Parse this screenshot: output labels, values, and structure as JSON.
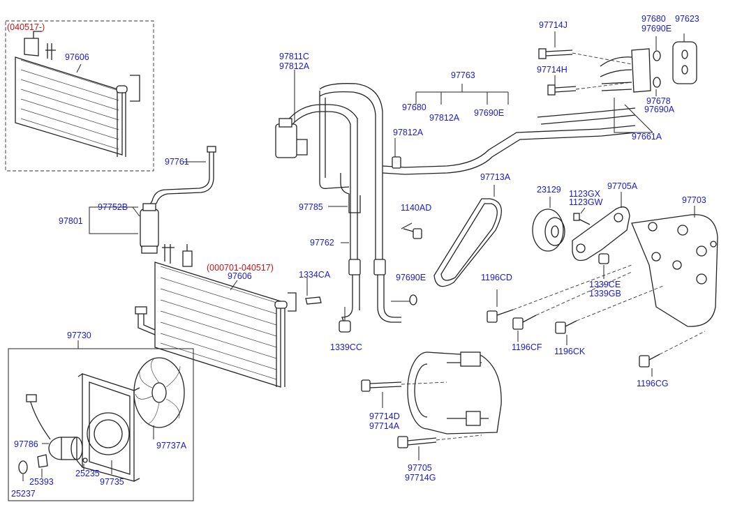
{
  "groups": {
    "condenser_early_variant": "(040517-)",
    "condenser_mid_variant": "(000701-040517)"
  },
  "labels": {
    "c97606_top": "97606",
    "c97761": "97761",
    "c97752B": "97752B",
    "c97801": "97801",
    "c97606_mid": "97606",
    "c1334CA": "1334CA",
    "c97730": "97730",
    "c97786": "97786",
    "c97737A": "97737A",
    "c25235": "25235",
    "c25393": "25393",
    "c97735": "97735",
    "c25237": "25237",
    "c97811C": "97811C",
    "c97812A_top": "97812A",
    "c97763": "97763",
    "c97680_mid": "97680",
    "c97812A_mid": "97812A",
    "c97690E_mid": "97690E",
    "c97812A_lone": "97812A",
    "c97785": "97785",
    "c1140AD": "1140AD",
    "c97762": "97762",
    "c97690E_low": "97690E",
    "c1339CC": "1339CC",
    "c97714J": "97714J",
    "c97714H": "97714H",
    "c97680_top": "97680",
    "c97690E_top": "97690E",
    "c97623": "97623",
    "c97678": "97678",
    "c97690A": "97690A",
    "c97661A": "97661A",
    "c97713A": "97713A",
    "c23129": "23129",
    "c1123GX": "1123GX",
    "c1123GW": "1123GW",
    "c97705A": "97705A",
    "c97703": "97703",
    "c1196CD": "1196CD",
    "c1339CE": "1339CE",
    "c1339GB": "1339GB",
    "c1196CF": "1196CF",
    "c1196CK": "1196CK",
    "c1196CG": "1196CG",
    "c97714D": "97714D",
    "c97714A": "97714A",
    "c97705": "97705",
    "c97714G": "97714G"
  },
  "colors": {
    "label": "#1a1ad0",
    "variant_label": "#d01010",
    "line": "#222222"
  }
}
